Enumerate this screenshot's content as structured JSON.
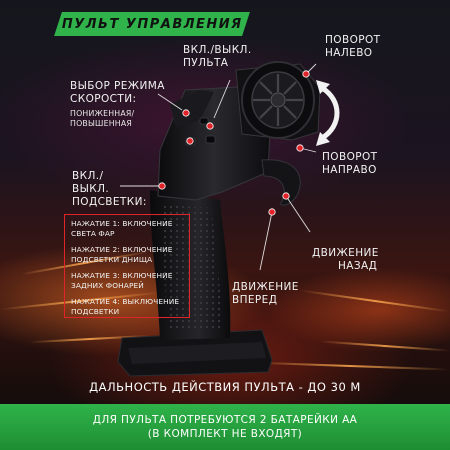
{
  "title": "ПУЛЬТ УПРАВЛЕНИЯ",
  "labels": {
    "power_remote": [
      "ВКЛ./ВЫКЛ.",
      "ПУЛЬТА"
    ],
    "speed_mode": [
      "ВЫБОР РЕЖИМА",
      "СКОРОСТИ:"
    ],
    "speed_mode_sub": [
      "ПОНИЖЕННАЯ/",
      "ПОВЫШЕННАЯ"
    ],
    "turn_left": [
      "ПОВОРОТ",
      "НАЛЕВО"
    ],
    "turn_right": [
      "ПОВОРОТ",
      "НАПРАВО"
    ],
    "lights": [
      "ВКЛ./",
      "ВЫКЛ.",
      "ПОДСВЕТКИ:"
    ],
    "move_back": [
      "ДВИЖЕНИЕ",
      "НАЗАД"
    ],
    "move_forward": [
      "ДВИЖЕНИЕ",
      "ВПЕРЕД"
    ]
  },
  "lights_modes": [
    "НАЖАТИЕ 1: ВКЛЮЧЕНИЕ СВЕТА ФАР",
    "НАЖАТИЕ 2: ВКЛЮЧЕНИЕ ПОДСВЕТКИ ДНИЩА",
    "НАЖАТИЕ 3: ВКЛЮЧЕНИЕ ЗАДНИХ ФОНАРЕЙ",
    "НАЖАТИЕ 4: ВЫКЛЮЧЕНИЕ ПОДСВЕТКИ"
  ],
  "range_text": "ДАЛЬНОСТЬ ДЕЙСТВИЯ ПУЛЬТА - ДО 30 М",
  "footer": [
    "ДЛЯ ПУЛЬТА ПОТРЕБУЮТСЯ 2 БАТАРЕЙКИ АА",
    "(В КОМПЛЕКТ НЕ ВХОДЯТ)"
  ],
  "colors": {
    "accent_green": "#2fb34a",
    "accent_red": "#e0242a"
  },
  "icons": [
    "remote-controller-image",
    "steering-wheel-icon",
    "rotate-arrow-icon",
    "red-dot-marker"
  ]
}
